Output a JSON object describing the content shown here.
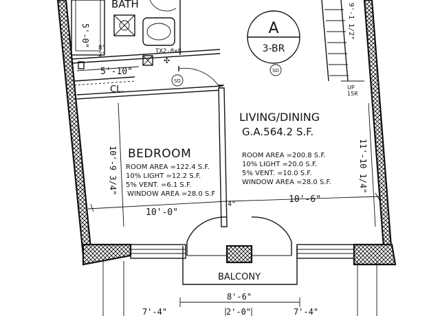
{
  "unit": {
    "name": "A",
    "type": "3-BR",
    "smoke_detector": "SD"
  },
  "bath": {
    "title": "BATH",
    "dim_left": "5'-0\"",
    "exhaust": "TX2-8x8",
    "dim_small": "8\"",
    "dim_small2": "2\""
  },
  "closet": {
    "label": "CL.",
    "width": "5'-10\""
  },
  "stair": {
    "dim": "9'-1 1/2\"",
    "direction": "UP",
    "risers": "15R"
  },
  "bedroom": {
    "title": "BEDROOM",
    "room_area": "ROOM AREA =122.4 S.F.",
    "light": "10% LIGHT =12.2 S.F.",
    "vent": "5% VENT. =6.1 S.F.",
    "window_area": "WINDOW AREA =28.0 S.F",
    "height_dim": "10'-9 3/4\"",
    "width_dim": "10'-0\""
  },
  "living": {
    "title": "LIVING/DINING",
    "ga": "G.A.564.2 S.F.",
    "room_area": "ROOM AREA =200.8 S.F.",
    "light": "10% LIGHT =20.0 S.F.",
    "vent": "5% VENT. =10.0 S.F.",
    "window_area": "WINDOW AREA =28.0 S.F.",
    "height_dim": "11'-10 1/4\"",
    "width_dim": "10'-6\""
  },
  "partition": {
    "dim": "4\""
  },
  "balcony": {
    "title": "BALCONY",
    "width": "8'-6\"",
    "dims_bottom": [
      "7'-4\"",
      "2'-0\"",
      "7'-4\""
    ]
  }
}
